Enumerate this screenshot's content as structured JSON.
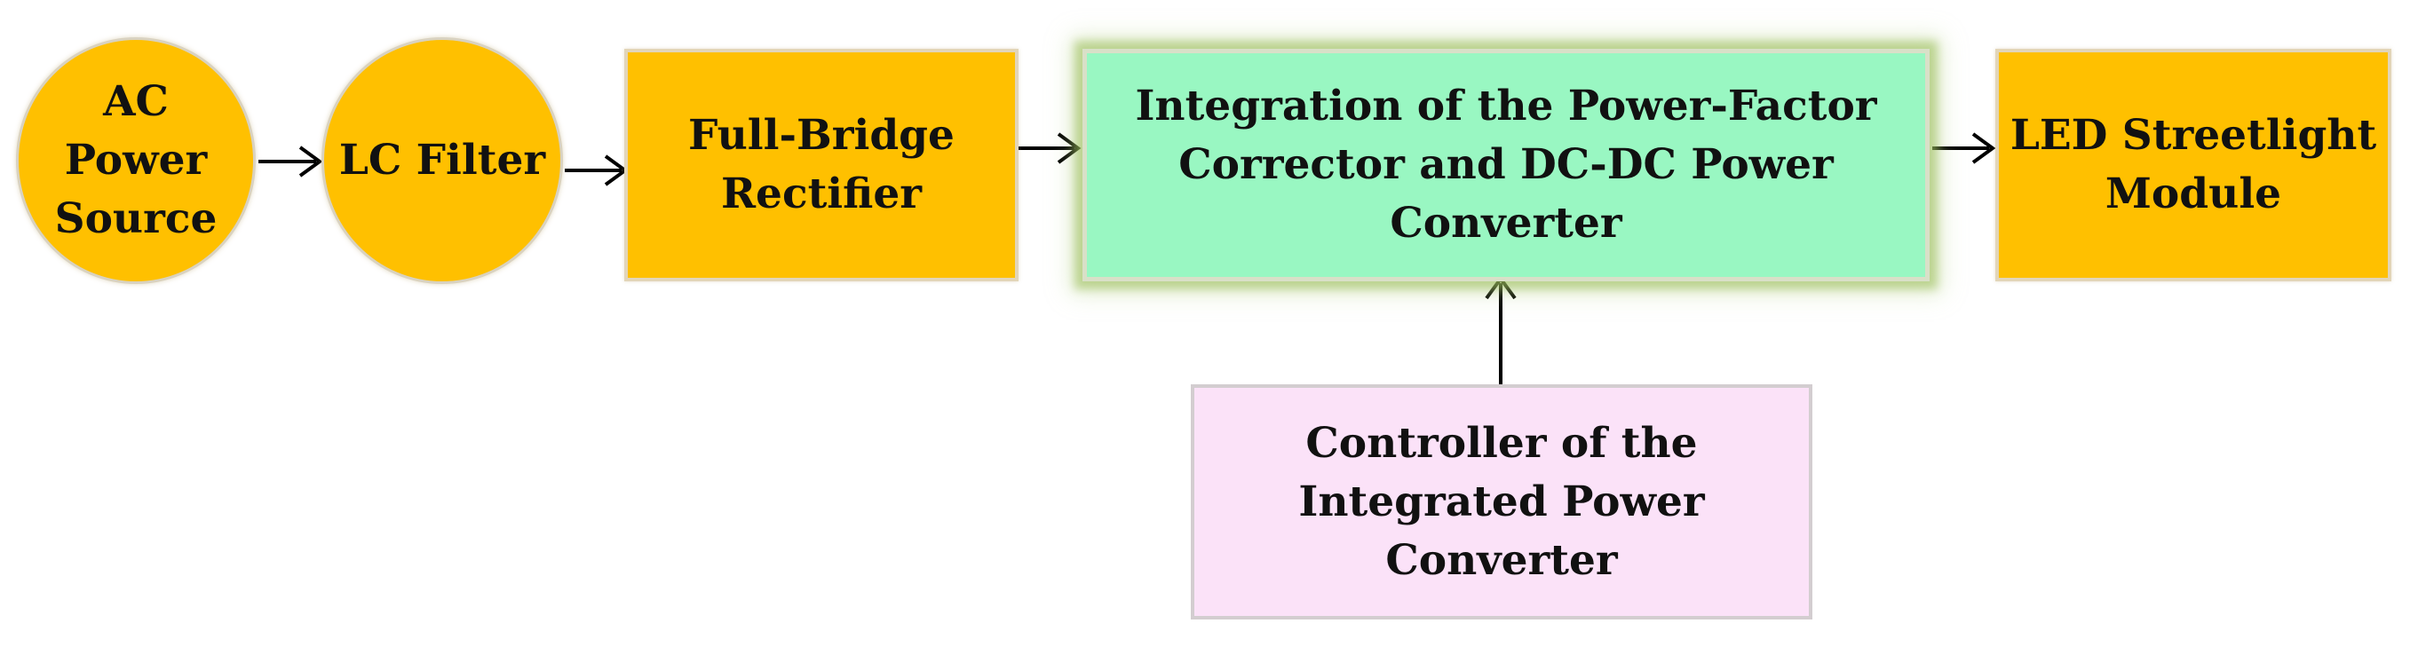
{
  "nodes": {
    "ac_source": {
      "label": "AC\nPower\nSource",
      "color": "#ffc000"
    },
    "lc_filter": {
      "label": "LC Filter",
      "color": "#ffc000"
    },
    "rectifier": {
      "label": "Full-Bridge\nRectifier",
      "color": "#ffc000"
    },
    "integration": {
      "label": "Integration of the Power-Factor\nCorrector and DC-DC Power\nConverter",
      "color": "#99f7c2"
    },
    "led_module": {
      "label": "LED Streetlight\nModule",
      "color": "#ffc000"
    },
    "controller": {
      "label": "Controller of the\nIntegrated Power\nConverter",
      "color": "#fbe2f8"
    }
  },
  "edges": [
    {
      "from": "ac_source",
      "to": "lc_filter"
    },
    {
      "from": "lc_filter",
      "to": "rectifier"
    },
    {
      "from": "rectifier",
      "to": "integration"
    },
    {
      "from": "integration",
      "to": "led_module"
    },
    {
      "from": "controller",
      "to": "integration"
    }
  ]
}
